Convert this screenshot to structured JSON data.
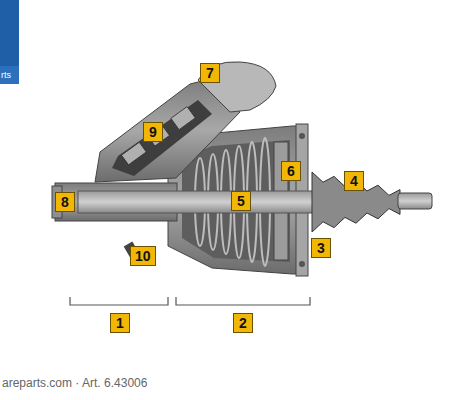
{
  "diagram": {
    "labels": [
      "rts",
      "7",
      "9",
      "6",
      "4",
      "8",
      "5",
      "3",
      "10",
      "1",
      "2",
      "areparts.com · Art. 6.43006"
    ]
  }
}
